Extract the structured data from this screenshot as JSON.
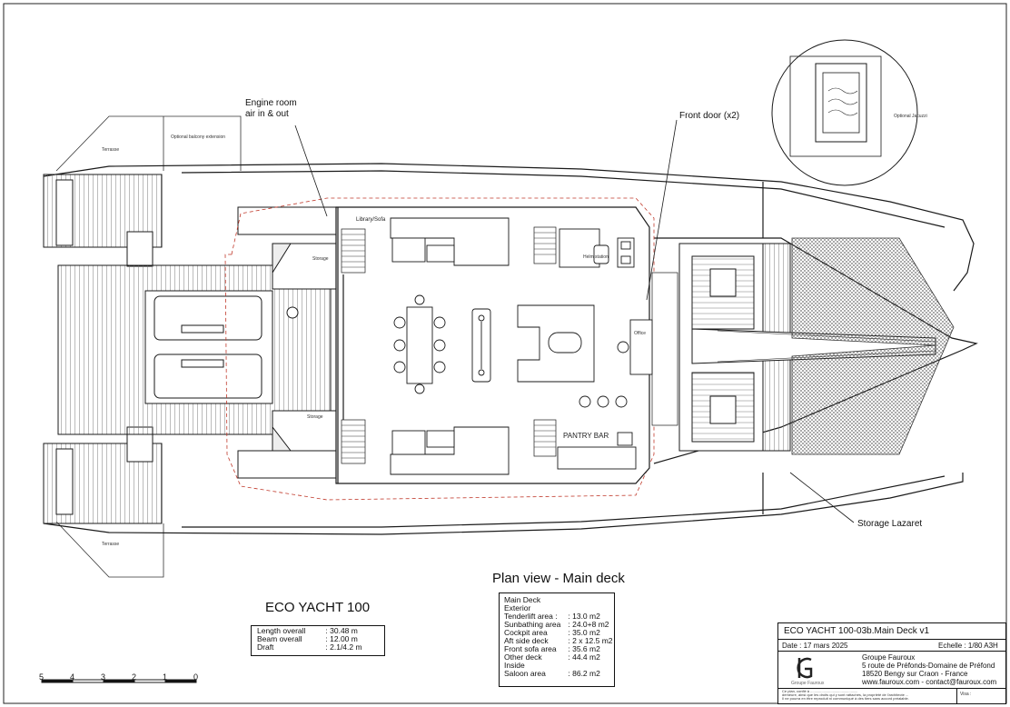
{
  "labels": {
    "engine_room": "Engine room\nair in & out",
    "front_door": "Front door (x2)",
    "optional_jacuzzi": "Optional Jacuzzi",
    "terrasse_top": "Terrasse",
    "terrasse_bottom": "Terrasse",
    "optional_balcony": "Optional balcony extension",
    "library_sofa": "Library/Sofa",
    "storage_top": "Storage",
    "storage_bottom": "Storage",
    "helm_station": "Helm station",
    "office": "Office",
    "pantry_bar": "PANTRY BAR",
    "storage_lazaret": "Storage Lazaret"
  },
  "plan_title": "Plan view - Main deck",
  "yacht_title": "ECO YACHT 100",
  "dimensions": [
    {
      "label": "Length overall",
      "value": ": 30.48 m"
    },
    {
      "label": "Beam overall",
      "value": ": 12.00 m"
    },
    {
      "label": "Draft",
      "value": ": 2.1/4.2 m"
    }
  ],
  "areas": [
    {
      "label": "Main Deck",
      "value": ""
    },
    {
      "label": "Exterior",
      "value": ""
    },
    {
      "label": "Tenderlift area :",
      "value": ": 13.0 m2"
    },
    {
      "label": "Sunbathing area",
      "value": ": 24.0+8 m2"
    },
    {
      "label": "Cockpit area",
      "value": ": 35.0 m2"
    },
    {
      "label": "Aft side deck",
      "value": ": 2 x 12.5 m2"
    },
    {
      "label": "Front sofa area",
      "value": ": 35.6 m2"
    },
    {
      "label": "Other deck",
      "value": ": 44.4 m2"
    },
    {
      "label": "Inside",
      "value": ""
    },
    {
      "label": "Saloon area",
      "value": ": 86.2 m2"
    }
  ],
  "scale_bar": {
    "ticks": [
      "5",
      "4",
      "3",
      "2",
      "1",
      "0"
    ]
  },
  "title_block": {
    "drawing_name": "ECO YACHT 100-03b.Main Deck v1",
    "date": "Date :  17 mars 2025",
    "scale": "Echelle :   1/80 A3H",
    "company": "Groupe Fauroux",
    "address1": "5 route de Préfonds-Domaine de Préfond",
    "address2": "18520 Bengy sur Craon - France",
    "contact": "www.fauroux.com - contact@fauroux.com",
    "logo_text": "Groupe Fauroux",
    "disclaimer1": "Ce plan, confié à ...............................................",
    "disclaimer2": "demeure, ainsi que les droits qui y sont rattachés, la propriété de l'architecte ...",
    "disclaimer3": "Il ne pourra en être reproduit ni communiqué à des tiers sans accord préalable.",
    "visa": "Visa :"
  },
  "colors": {
    "line": "#1a1a1a",
    "hatch": "#444444",
    "dashed_red": "#c0392b",
    "net": "#555555"
  }
}
